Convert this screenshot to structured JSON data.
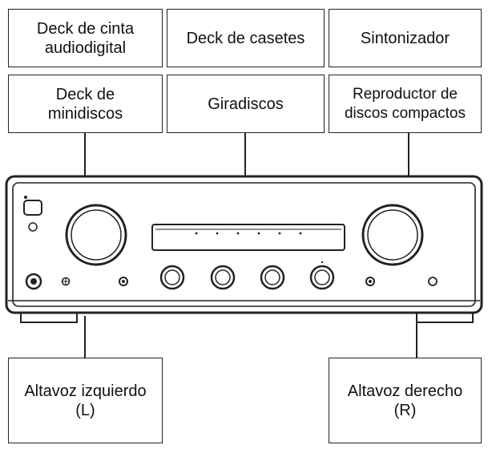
{
  "sources": {
    "dat_deck": "Deck de cinta\naudiodigital",
    "cassette_deck": "Deck de casetes",
    "tuner": "Sintonizador",
    "md_deck": "Deck de\nminidiscos",
    "turntable": "Giradiscos",
    "cd_player": "Reproductor de\ndiscos compactos"
  },
  "speakers": {
    "left": "Altavoz izquierdo\n(L)",
    "right": "Altavoz derecho\n(R)"
  }
}
